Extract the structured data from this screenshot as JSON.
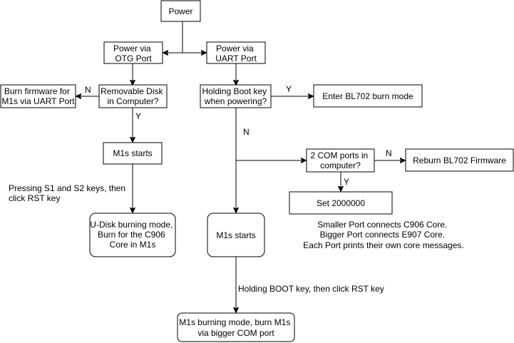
{
  "diagram": {
    "nodes": {
      "power": [
        "Power"
      ],
      "otg": [
        "Power via",
        "OTG Port"
      ],
      "uart": [
        "Power via",
        "UART Port"
      ],
      "burn_uart": [
        "Burn firmware for",
        "M1s via UART Port"
      ],
      "removable": [
        "Removable Disk",
        "in Computer?"
      ],
      "boot_key": [
        "Holding Boot key",
        "when powering?"
      ],
      "bl702_mode": [
        "Enter BL702 burn mode"
      ],
      "m1s_starts_left": [
        "M1s starts"
      ],
      "com_ports": [
        "2 COM ports in",
        "computer?"
      ],
      "reburn": [
        "Reburn BL702 Firmware"
      ],
      "set_baud": [
        "Set 2000000"
      ],
      "udisk_mode": [
        "U-Disk burning mode,",
        "Burn for the C906",
        "Core in M1s"
      ],
      "m1s_starts_mid": [
        "M1s starts"
      ],
      "m1s_burn": [
        "M1s burning mode, burn M1s",
        "via bigger COM port"
      ]
    },
    "edge_labels": {
      "removable_no": "N",
      "removable_yes": "Y",
      "boot_yes": "Y",
      "boot_no": "N",
      "com_no": "N",
      "com_yes": "Y"
    },
    "notes": {
      "press_keys": [
        "Pressing S1 and S2 keys, then",
        "click RST key"
      ],
      "ports_info": [
        "Smaller Port connects C906 Core.",
        "Bigger Port connects E907 Core.",
        "Each Port prints their own core messages."
      ],
      "boot_rst": [
        "Holding BOOT key, then click RST key"
      ]
    }
  }
}
